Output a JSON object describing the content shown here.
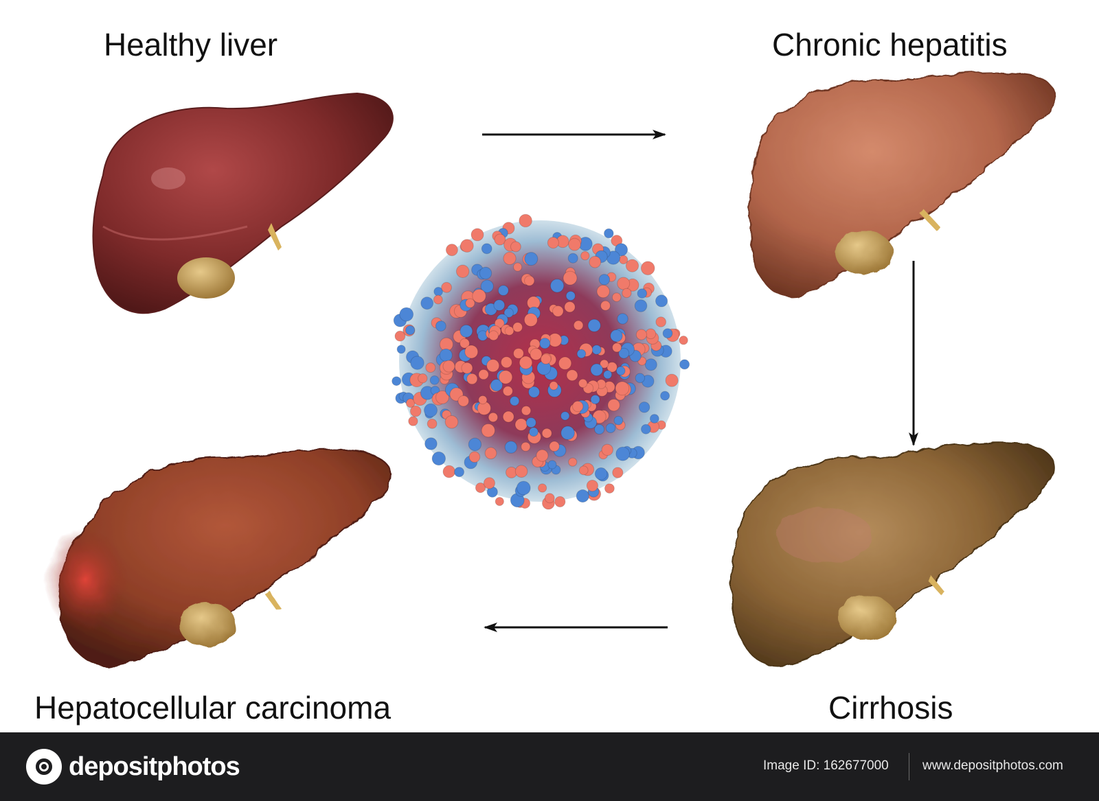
{
  "stages": {
    "healthy": "Healthy liver",
    "chronic": "Chronic hepatitis",
    "cirrhosis": "Cirrhosis",
    "hcc": "Hepatocellular carcinoma"
  },
  "watermark": "depositphotos",
  "footer": {
    "brand": "depositphotos",
    "image_id": "Image ID: 162677000",
    "site": "www.depositphotos.com"
  },
  "colors": {
    "healthy_liver": "#8a2d2d",
    "chronic_liver": "#b86a4e",
    "cirrhosis_liver": "#8c6536",
    "hcc_liver": "#8e3f27",
    "tumor": "#c0322b",
    "gallbladder": "#c9a35c",
    "virus_core": "#a8344f",
    "virus_spike_pink": "#f07a6a",
    "virus_spike_blue": "#4c86d6",
    "footer_bg": "#1d1d1f"
  }
}
